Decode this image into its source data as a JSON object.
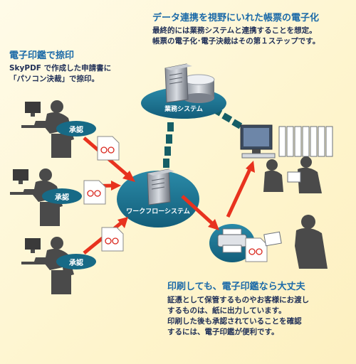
{
  "sections": {
    "top_right": {
      "heading": "データ連携を視野にいれた帳票の電子化",
      "lines": [
        "最終的には業務システムと連携することを想定。",
        "帳票の電子化･電子決裁はその第１ステップです。"
      ]
    },
    "left": {
      "heading": "電子印鑑で捺印",
      "lines": [
        "SkyPDF で作成した申請書に",
        "「パソコン決裁」で捺印。"
      ]
    },
    "bottom_right": {
      "heading": "印刷しても、電子印鑑なら大丈夫",
      "lines": [
        "証憑として保管するものやお客様にお渡し",
        "するものは、紙に出力しています。",
        "印刷した後も承認されていることを確認",
        "するには、電子印鑑が便利です。"
      ]
    }
  },
  "nodes": {
    "business_system": "業務システム",
    "workflow_system": "ワークフローシステム",
    "approvals": [
      "承認",
      "承認",
      "承認"
    ]
  },
  "colors": {
    "heading_blue": "#1b6aa8",
    "ellipse_teal": "#176a86",
    "arrow_red": "#e8321e",
    "dash_teal": "#155e66",
    "person_gray": "#4a4a4a",
    "stamp_red": "#d9261c"
  }
}
